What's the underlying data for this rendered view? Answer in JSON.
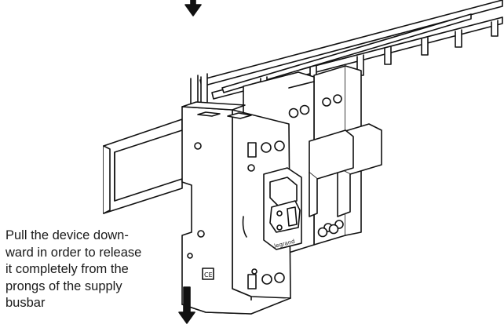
{
  "instruction": {
    "lines": [
      "Pull the device down-",
      "ward in order to release",
      "it completely from the",
      "prongs of the supply",
      "busbar"
    ]
  },
  "device": {
    "brand": "legrand",
    "mark": "CE"
  },
  "icons": [
    "arrow-down-icon",
    "arrow-down-icon"
  ]
}
